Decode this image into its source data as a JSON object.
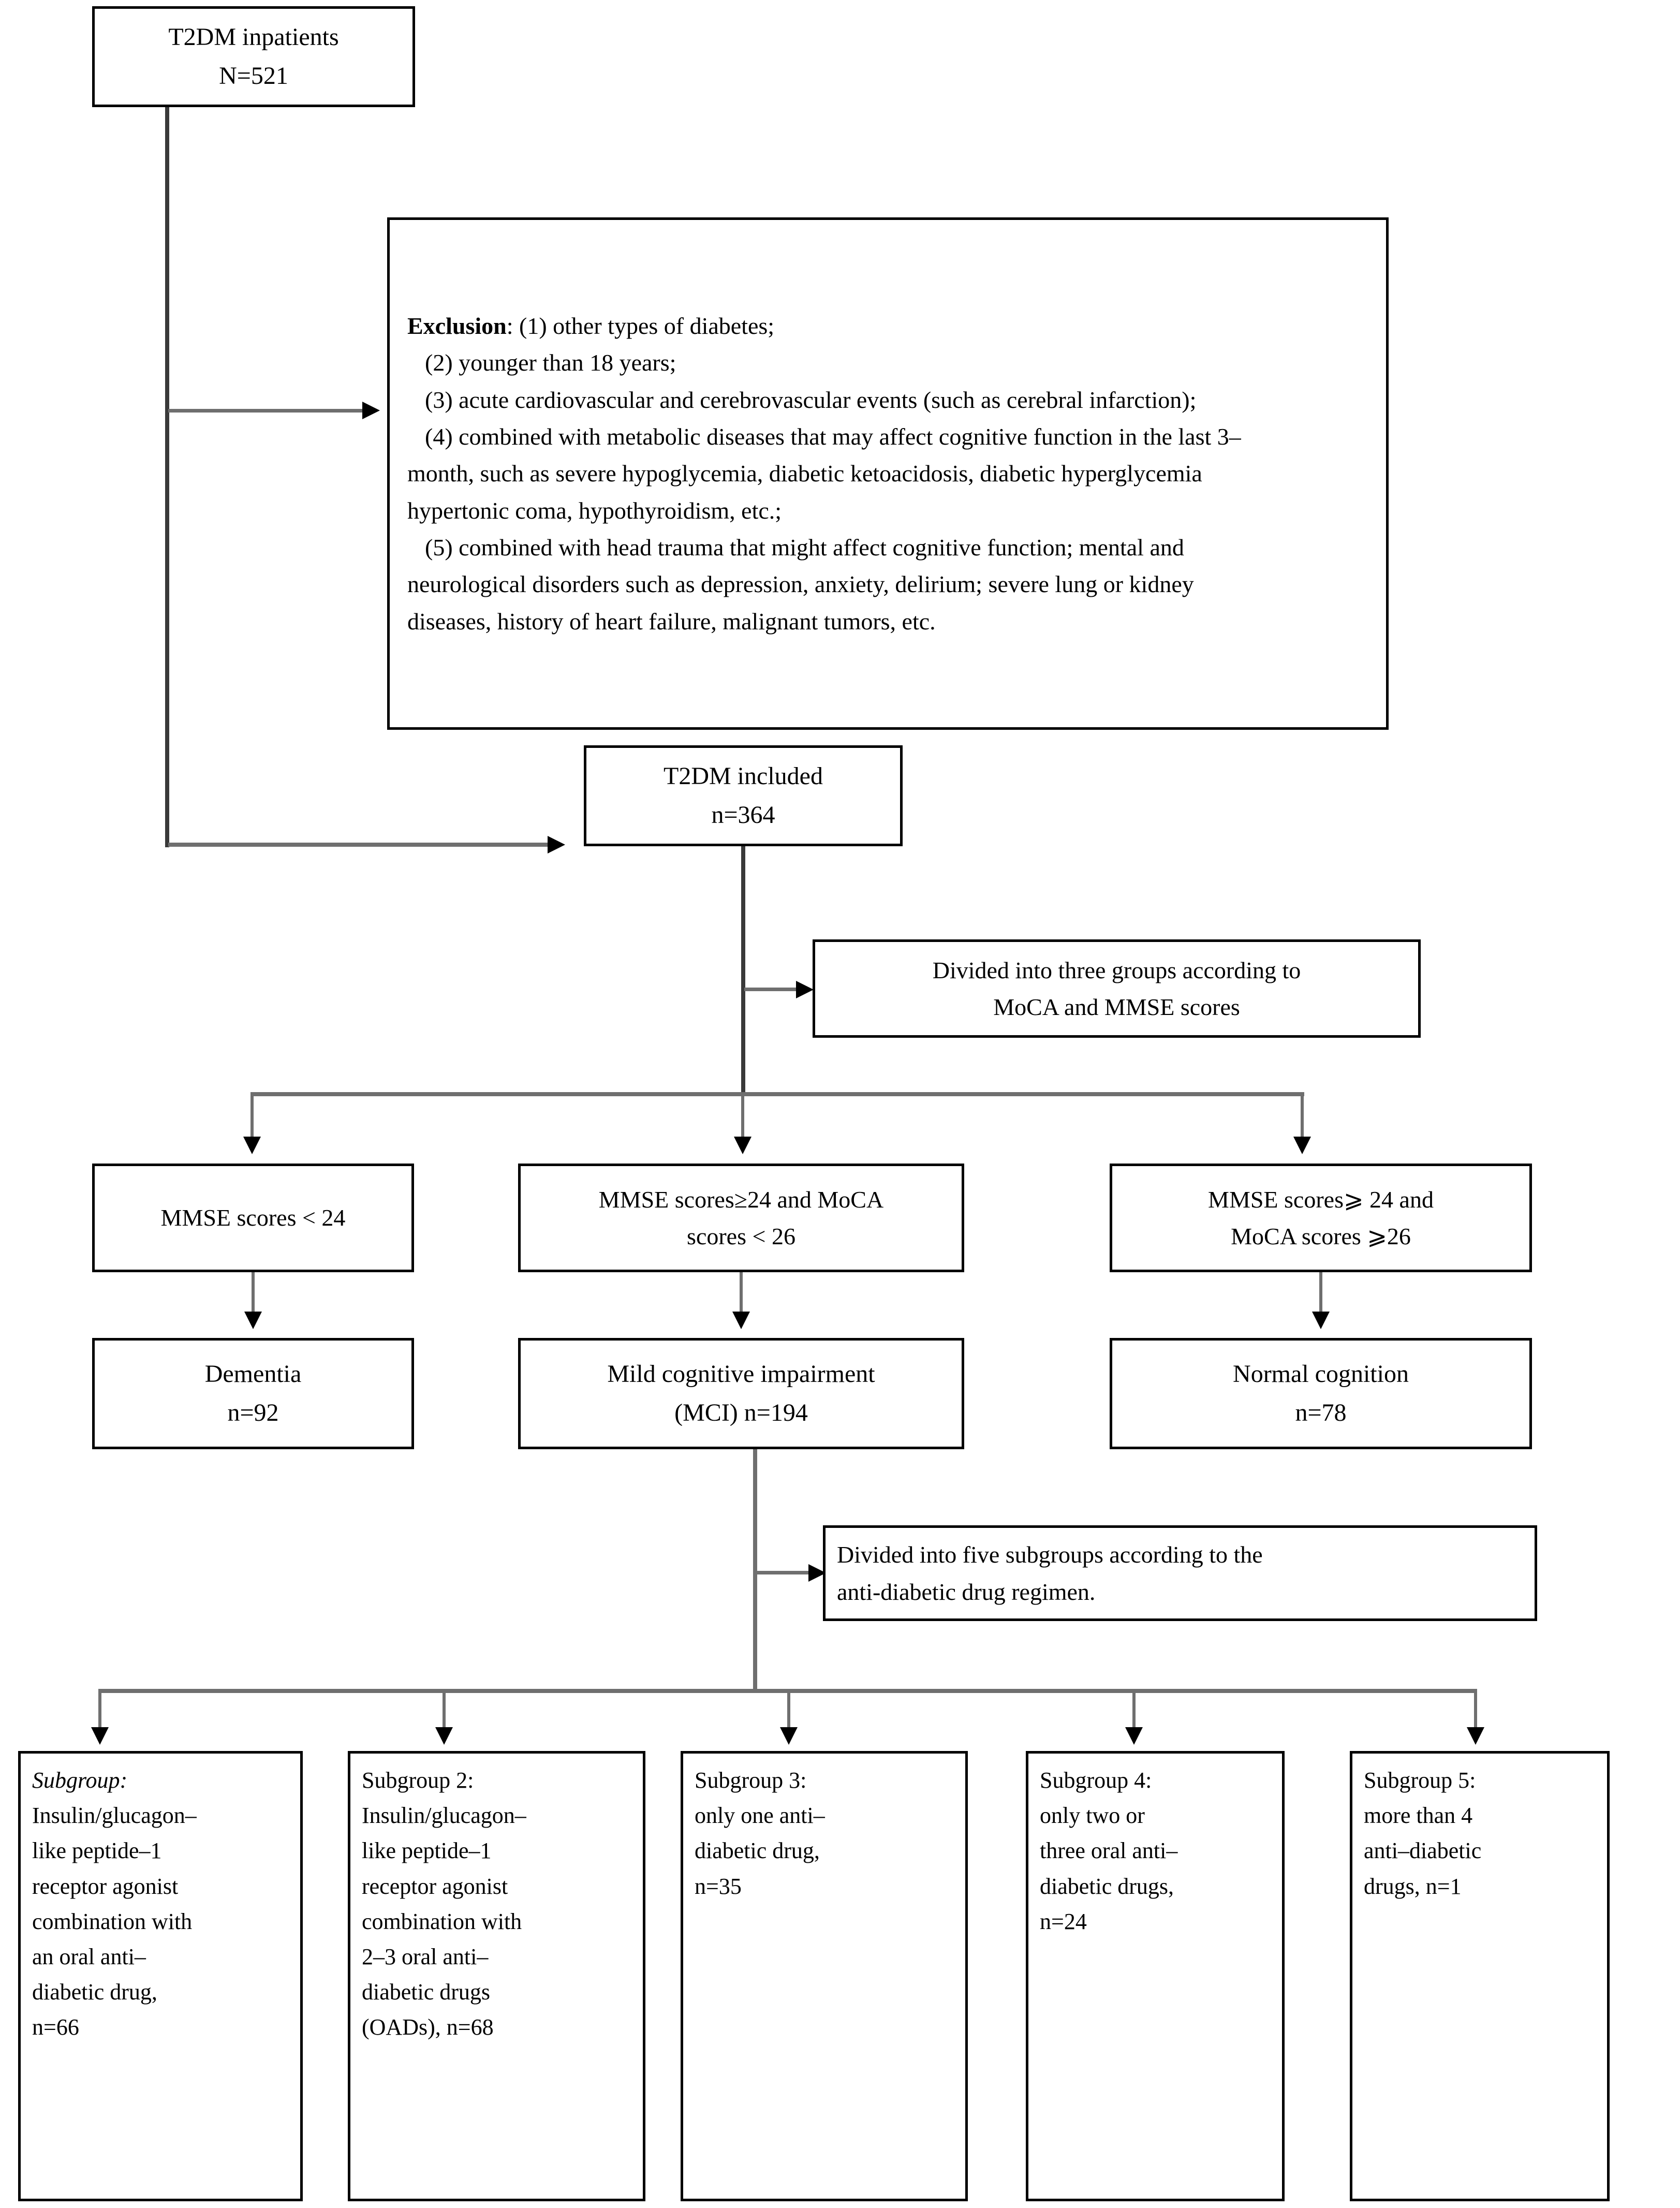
{
  "diagram": {
    "title": "T2DM cognitive-impairment patient flow diagram",
    "nodes": {
      "source": {
        "line1": "T2DM inpatients",
        "line2": "N=521"
      },
      "exclusion": {
        "label": "Exclusion",
        "lead": "Exclusion: (1) other types of diabetes;",
        "lead_bold": "Exclusion",
        "lead_rest": ": (1) other types of diabetes;",
        "item2": "(2) younger than 18 years;",
        "item3": "(3) acute cardiovascular and cerebrovascular events (such as cerebral infarction);",
        "item4a": "(4) combined with metabolic diseases that may affect cognitive function in the last 3–",
        "item4b": "month, such as severe hypoglycemia, diabetic ketoacidosis, diabetic hyperglycemia",
        "item4c": "hypertonic coma, hypothyroidism, etc.;",
        "item5a": "(5) combined with head trauma that might affect cognitive function; mental and",
        "item5b": "neurological disorders such as depression, anxiety, delirium; severe lung or kidney",
        "item5c": "diseases, history of heart failure, malignant tumors, etc."
      },
      "included": {
        "line1": "T2DM included",
        "line2": "n=364"
      },
      "divide_three": {
        "line1": "Divided into three groups according to",
        "line2": "MoCA and MMSE scores"
      },
      "criteria": [
        {
          "line1": "MMSE scores < 24",
          "line2": ""
        },
        {
          "line1": "MMSE scores≥24 and MoCA",
          "line2": "scores < 26"
        },
        {
          "line1": "MMSE scores⩾ 24 and",
          "line2": "MoCA scores  ⩾26"
        }
      ],
      "outcomes": [
        {
          "line1": "Dementia",
          "line2": "n=92"
        },
        {
          "line1": "Mild cognitive impairment",
          "line2": "(MCI) n=194"
        },
        {
          "line1": "Normal cognition",
          "line2": "n=78"
        }
      ],
      "divide_five": {
        "line1": "Divided into five subgroups according to the",
        "line2": "anti-diabetic drug regimen."
      },
      "subgroups": [
        {
          "heading": "Subgroup:",
          "heading_italic": true,
          "lines": [
            "Insulin/glucagon–",
            "like peptide–1",
            "receptor agonist",
            "combination with",
            "an oral anti–",
            "diabetic drug,",
            "n=66"
          ]
        },
        {
          "heading": "Subgroup 2:",
          "heading_italic": false,
          "lines": [
            "Insulin/glucagon–",
            "like peptide–1",
            "receptor agonist",
            "combination with",
            "2–3 oral anti–",
            "diabetic drugs",
            "(OADs), n=68"
          ]
        },
        {
          "heading": "Subgroup 3:",
          "heading_italic": false,
          "lines": [
            "only one anti–",
            "diabetic drug,",
            "n=35"
          ]
        },
        {
          "heading": "Subgroup 4:",
          "heading_italic": false,
          "lines": [
            "only two or",
            "three oral anti–",
            "diabetic drugs,",
            "n=24"
          ]
        },
        {
          "heading": "Subgroup 5:",
          "heading_italic": false,
          "lines": [
            "more than 4",
            "anti–diabetic",
            "drugs, n=1"
          ]
        }
      ]
    },
    "colors": {
      "box_border": "#000000",
      "connector": "#6f6f6f",
      "connector_dark": "#3a3a3a",
      "arrow": "#000000",
      "background": "#ffffff"
    }
  }
}
